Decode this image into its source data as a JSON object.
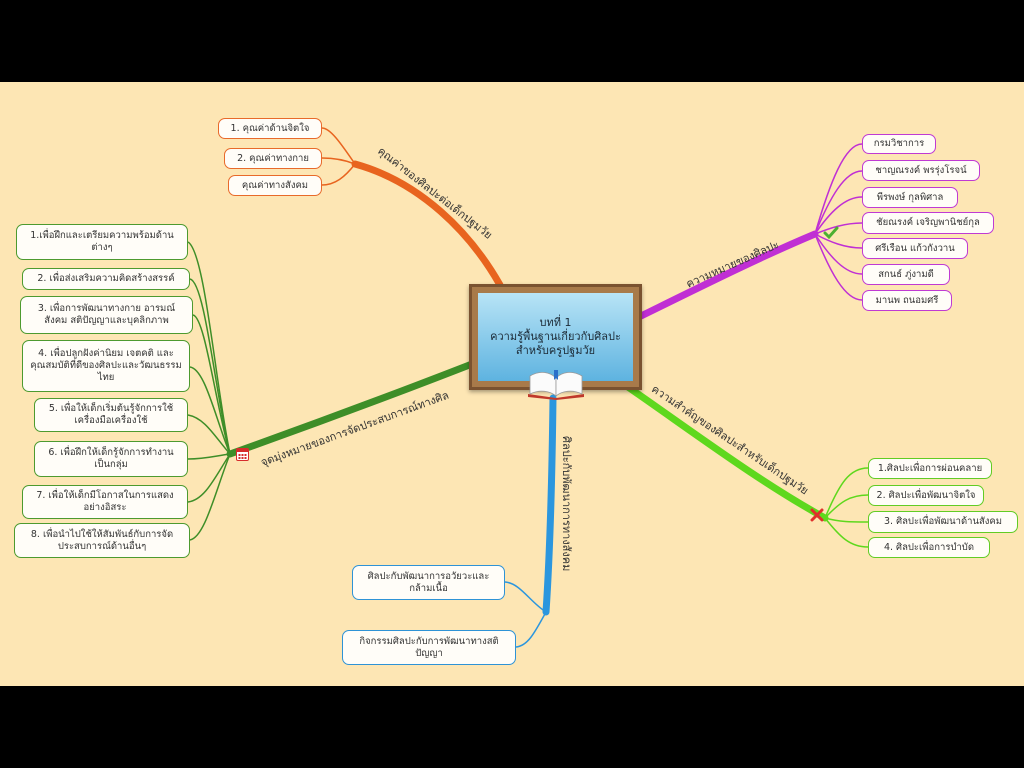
{
  "center": {
    "line1": "บทที่ 1",
    "line2": "ความรู้พื้นฐานเกี่ยวกับศิลปะ",
    "line3": "สำหรับครูปฐมวัย"
  },
  "branches": {
    "orange": {
      "label": "คุณค่าของศิลปะต่อเด็กปฐมวัย",
      "color": "#e8641f",
      "items": [
        "1. คุณค่าด้านจิตใจ",
        "2. คุณค่าทางกาย",
        "คุณค่าทางสังคม"
      ]
    },
    "green": {
      "label": "จุดมุ่งหมายของการจัดประสบการณ์ทางศิล",
      "color": "#3e8e28",
      "items": [
        "1.เพื่อฝึกและเตรียมความพร้อมด้านต่างๆ",
        "2. เพื่อส่งเสริมความคิดสร้างสรรค์",
        "3. เพื่อการพัฒนาทางกาย อารมณ์ สังคม สติปัญญาและบุคลิกภาพ",
        "4. เพื่อปลูกฝังค่านิยม เจตคติ และคุณสมบัติที่ดีของศิลปะและวัฒนธรรมไทย",
        "5. เพื่อให้เด็กเริ่มต้นรู้จักการใช้เครื่องมือเครื่องใช้",
        "6. เพื่อฝึกให้เด็กรู้จักการทำงานเป็นกลุ่ม",
        "7. เพื่อให้เด็กมีโอกาสในการแสดงอย่างอิสระ",
        "8. เพื่อนำไปใช้ให้สัมพันธ์กับการจัดประสบการณ์ด้านอื่นๆ"
      ]
    },
    "magenta": {
      "label": "ความหมายของศิลปะ",
      "color": "#c02fd4",
      "items": [
        "กรมวิชาการ",
        "ชาญณรงค์ พรรุ่งโรจน์",
        "พีรพงษ์ กุลพิศาล",
        "ชัยณรงค์ เจริญพานิชย์กุล",
        "ศรีเรือน แก้วกังวาน",
        "สกนธ์ ภู่งามดี",
        "มานพ ถนอมศรี"
      ]
    },
    "lime": {
      "label": "ความสำคัญของศิลปะสำหรับเด็กปฐมวัย",
      "color": "#5ed81d",
      "items": [
        "1.ศิลปะเพื่อการผ่อนคลาย",
        "2. ศิลปะเพื่อพัฒนาจิตใจ",
        "3. ศิลปะเพื่อพัฒนาด้านสังคม",
        "4. ศิลปะเพื่อการบำบัด"
      ]
    },
    "blue": {
      "label": "ศิลปะกับพัฒนาการทางสังคม",
      "color": "#2b96de",
      "items": [
        "ศิลปะกับพัฒนาการอวัยวะและกล้ามเนื้อ",
        "กิจกรรมศิลปะกับการพัฒนาทางสติปัญญา"
      ]
    }
  },
  "icons": {
    "magenta": "check-icon",
    "lime": "cross-icon",
    "green": "calendar-icon",
    "center": "book-icon"
  }
}
